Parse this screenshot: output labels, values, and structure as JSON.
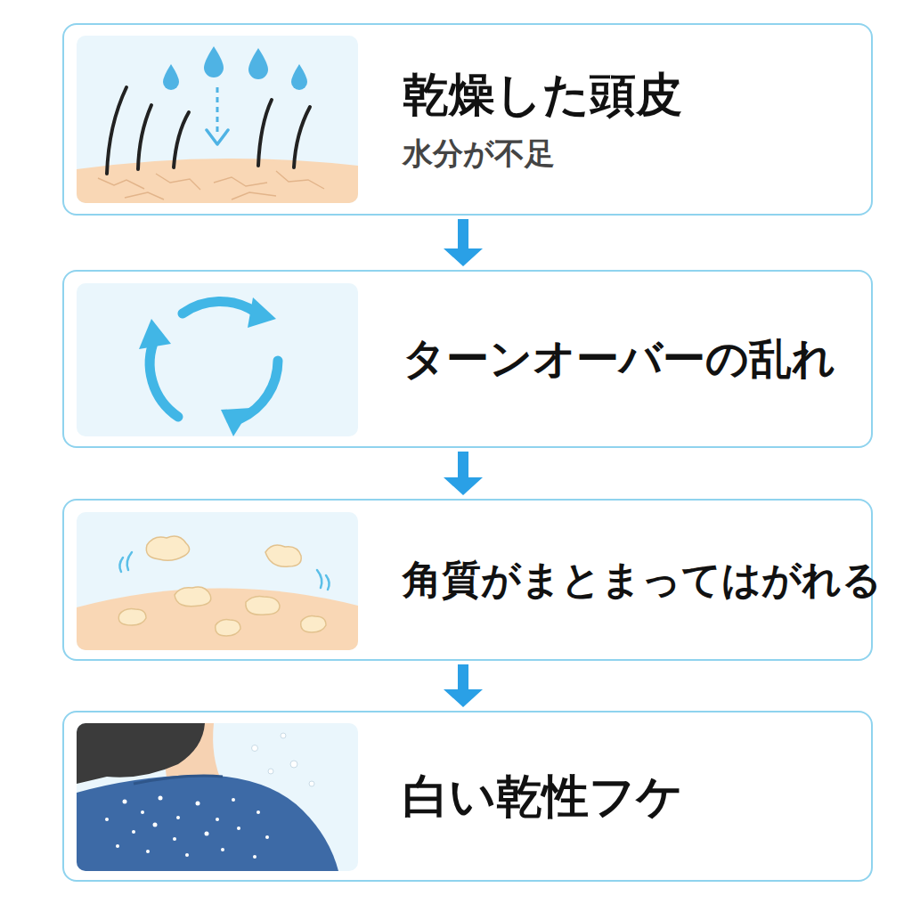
{
  "diagram": {
    "nodes": [
      {
        "text": [
          "乾燥した頭皮",
          "水分が不足"
        ]
      },
      {
        "text": [
          "ターンオーバーの乱れ"
        ]
      },
      {
        "text": [
          "角質がまとまってはがれる"
        ]
      },
      {
        "text": [
          "白い乾性フケ"
        ]
      }
    ],
    "edges": [
      {
        "from": 0,
        "to": 1,
        "arrow": "to"
      },
      {
        "from": 1,
        "to": 2,
        "arrow": "to"
      },
      {
        "from": 2,
        "to": 3,
        "arrow": "to"
      }
    ]
  }
}
